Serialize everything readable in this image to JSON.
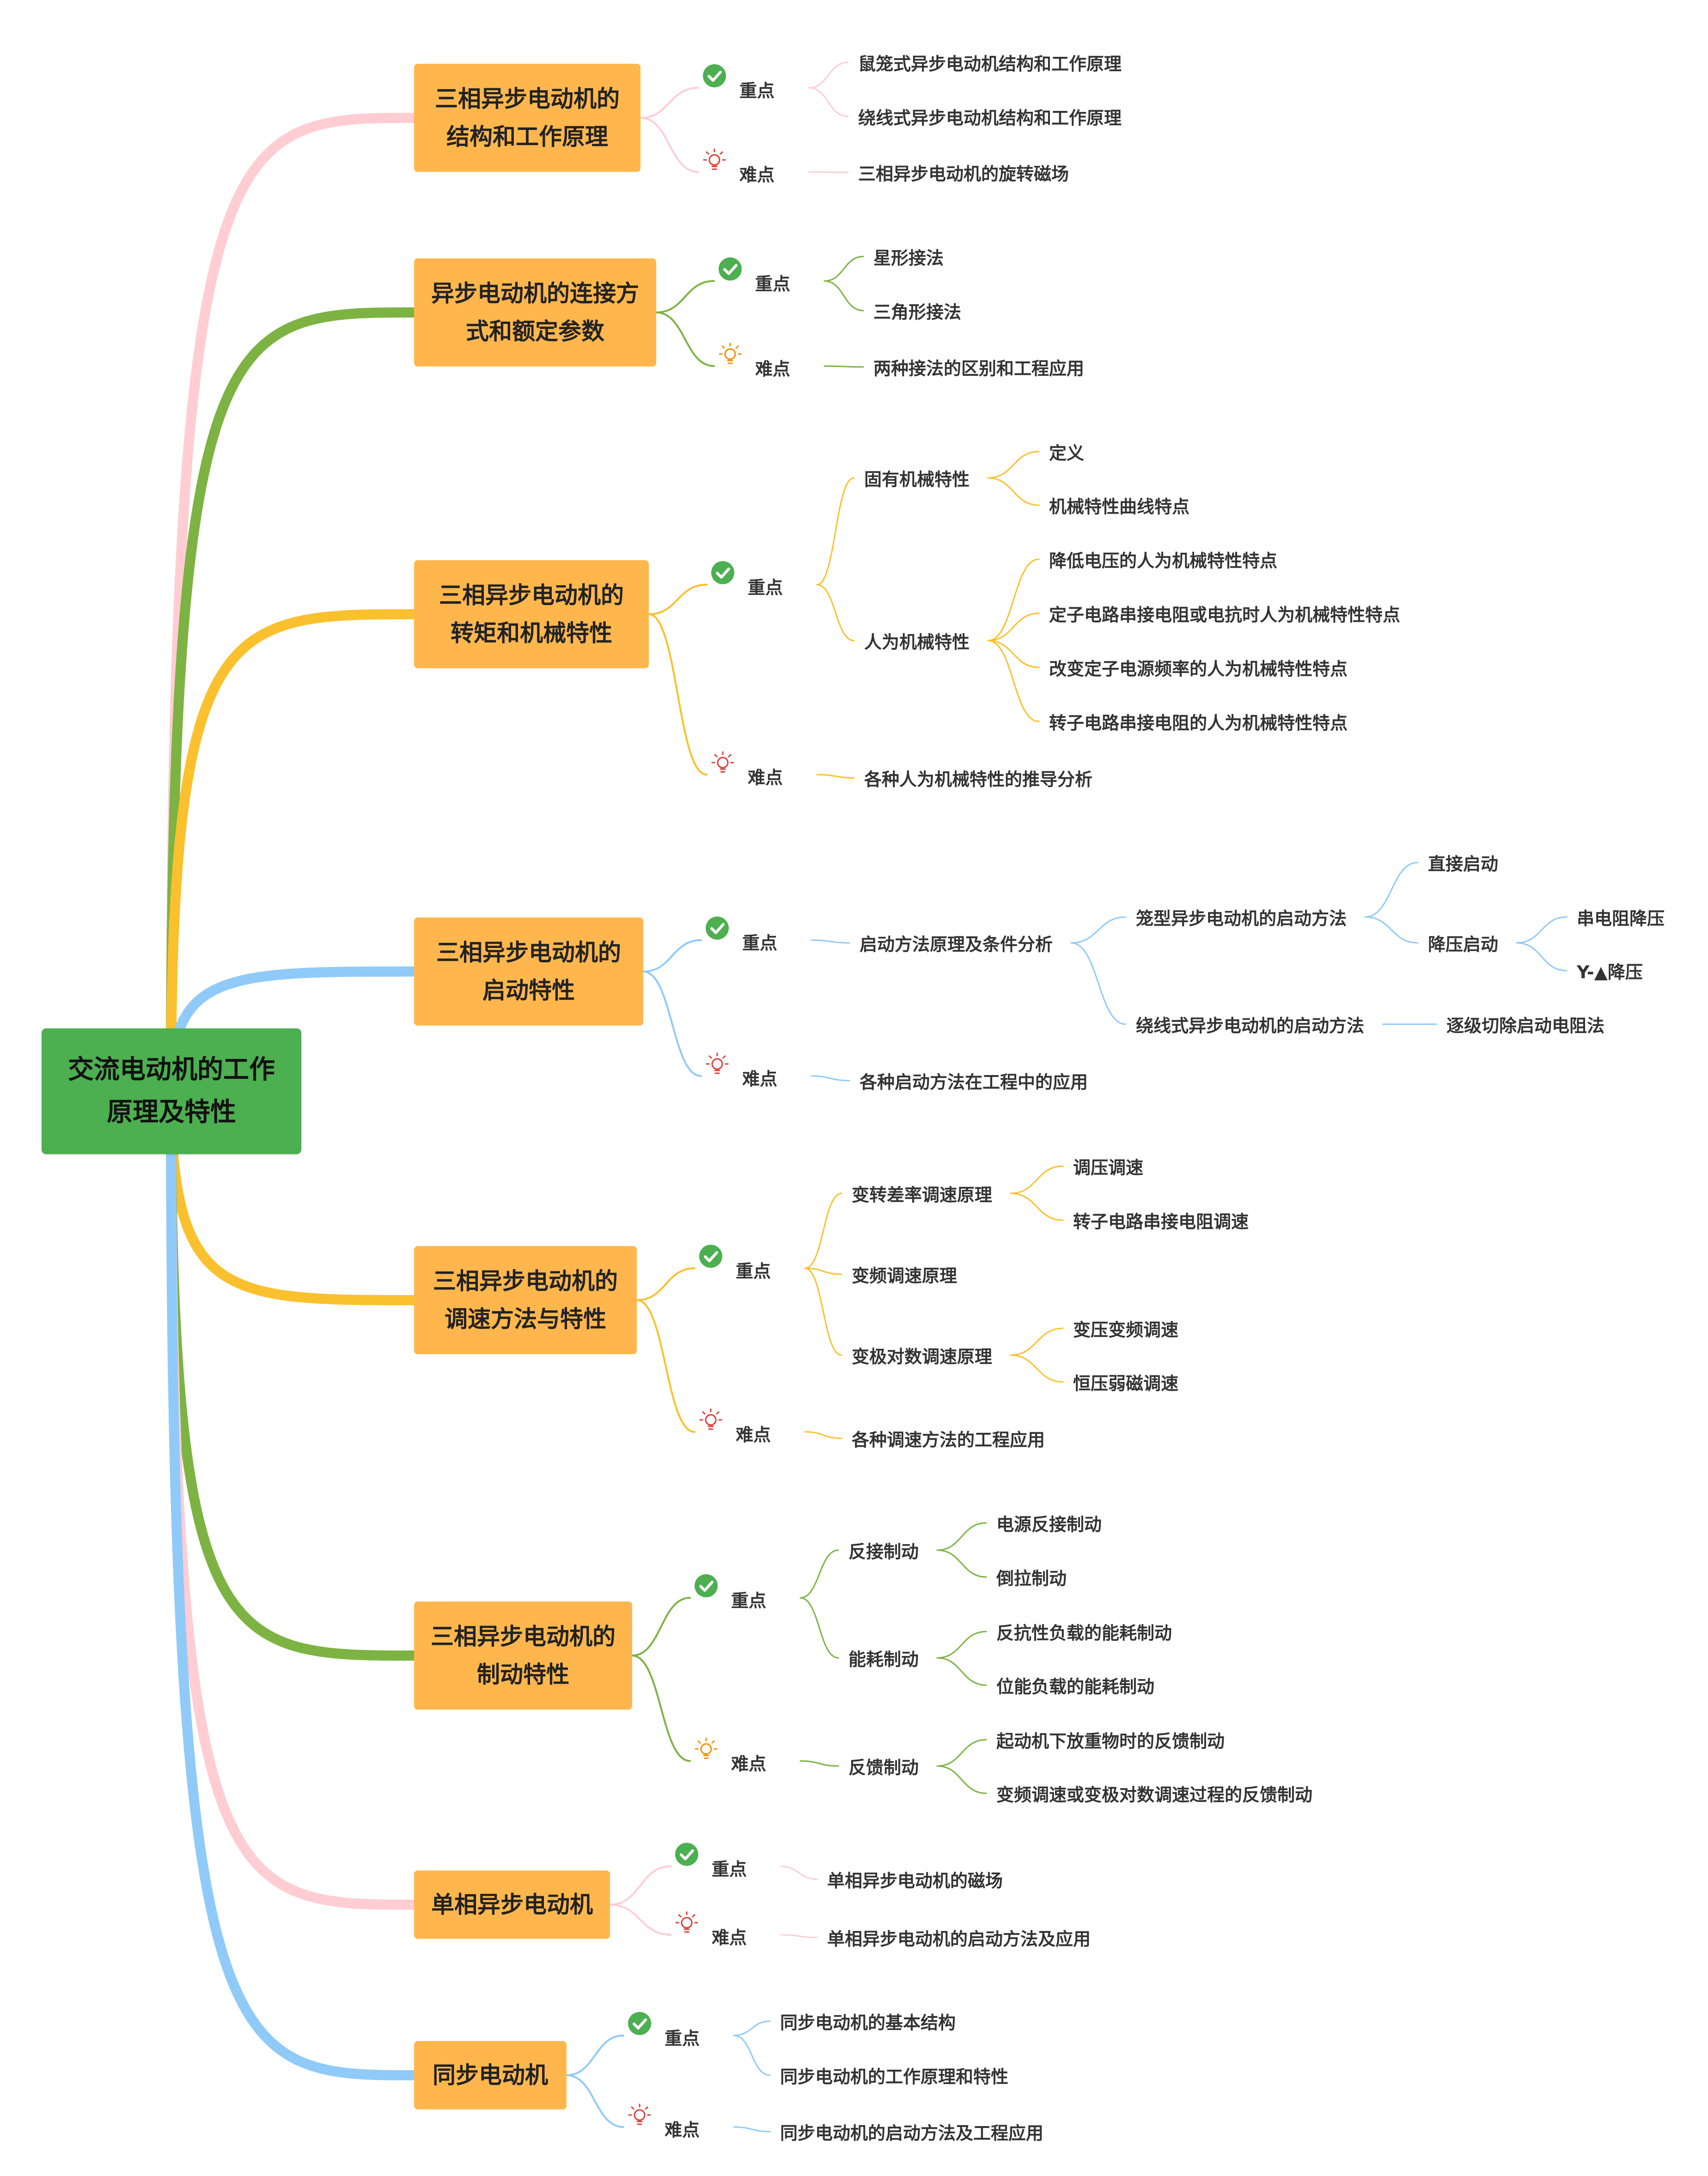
{
  "root": {
    "label": "交流电动机的工作原理及特性"
  },
  "labels": {
    "key": "重点",
    "difficult": "难点"
  },
  "icons": {
    "key": "check-circle-icon",
    "difficult": "lightbulb-icon"
  },
  "colors": {
    "root": "#4caf50",
    "branch": "#ffb74d",
    "pink": "#ffcdd2",
    "green": "#7cb342",
    "yellow": "#fbc02d",
    "blue": "#90caf9",
    "check": "#4caf50",
    "bulb_red": "#e53935",
    "bulb_orange": "#fb8c00"
  },
  "branches": [
    {
      "label": "三相异步电动机的结构和工作原理",
      "color": "pink",
      "key": [
        {
          "label": "鼠笼式异步电动机结构和工作原理"
        },
        {
          "label": "绕线式异步电动机结构和工作原理"
        }
      ],
      "difficult": [
        {
          "label": "三相异步电动机的旋转磁场"
        }
      ]
    },
    {
      "label": "异步电动机的连接方式和额定参数",
      "color": "green",
      "key": [
        {
          "label": "星形接法"
        },
        {
          "label": "三角形接法"
        }
      ],
      "difficult": [
        {
          "label": "两种接法的区别和工程应用"
        }
      ]
    },
    {
      "label": "三相异步电动机的转矩和机械特性",
      "color": "yellow",
      "key": [
        {
          "label": "固有机械特性",
          "children": [
            {
              "label": "定义"
            },
            {
              "label": "机械特性曲线特点"
            }
          ]
        },
        {
          "label": "人为机械特性",
          "children": [
            {
              "label": "降低电压的人为机械特性特点"
            },
            {
              "label": "定子电路串接电阻或电抗时人为机械特性特点"
            },
            {
              "label": "改变定子电源频率的人为机械特性特点"
            },
            {
              "label": "转子电路串接电阻的人为机械特性特点"
            }
          ]
        }
      ],
      "difficult": [
        {
          "label": "各种人为机械特性的推导分析"
        }
      ]
    },
    {
      "label": "三相异步电动机的启动特性",
      "color": "blue",
      "key": [
        {
          "label": "启动方法原理及条件分析",
          "children": [
            {
              "label": "笼型异步电动机的启动方法",
              "children": [
                {
                  "label": "直接启动"
                },
                {
                  "label": "降压启动",
                  "children": [
                    {
                      "label": "串电阻降压"
                    },
                    {
                      "label": "Y-▲降压"
                    }
                  ]
                }
              ]
            },
            {
              "label": "绕线式异步电动机的启动方法",
              "children": [
                {
                  "label": "逐级切除启动电阻法"
                }
              ]
            }
          ]
        }
      ],
      "difficult": [
        {
          "label": "各种启动方法在工程中的应用"
        }
      ]
    },
    {
      "label": "三相异步电动机的调速方法与特性",
      "color": "yellow",
      "key": [
        {
          "label": "变转差率调速原理",
          "children": [
            {
              "label": "调压调速"
            },
            {
              "label": "转子电路串接电阻调速"
            }
          ]
        },
        {
          "label": "变频调速原理"
        },
        {
          "label": "变极对数调速原理",
          "children": [
            {
              "label": "变压变频调速"
            },
            {
              "label": "恒压弱磁调速"
            }
          ]
        }
      ],
      "difficult": [
        {
          "label": "各种调速方法的工程应用"
        }
      ]
    },
    {
      "label": "三相异步电动机的制动特性",
      "color": "green",
      "key": [
        {
          "label": "反接制动",
          "children": [
            {
              "label": "电源反接制动"
            },
            {
              "label": "倒拉制动"
            }
          ]
        },
        {
          "label": "能耗制动",
          "children": [
            {
              "label": "反抗性负载的能耗制动"
            },
            {
              "label": "位能负载的能耗制动"
            }
          ]
        }
      ],
      "difficult": [
        {
          "label": "反馈制动",
          "children": [
            {
              "label": "起动机下放重物时的反馈制动"
            },
            {
              "label": "变频调速或变极对数调速过程的反馈制动"
            }
          ]
        }
      ]
    },
    {
      "label": "单相异步电动机",
      "color": "pink",
      "key": [
        {
          "label": "单相异步电动机的磁场"
        }
      ],
      "difficult": [
        {
          "label": "单相异步电动机的启动方法及应用"
        }
      ]
    },
    {
      "label": "同步电动机",
      "color": "blue",
      "key": [
        {
          "label": "同步电动机的基本结构"
        },
        {
          "label": "同步电动机的工作原理和特性"
        }
      ],
      "difficult": [
        {
          "label": "同步电动机的启动方法及工程应用"
        }
      ]
    }
  ]
}
